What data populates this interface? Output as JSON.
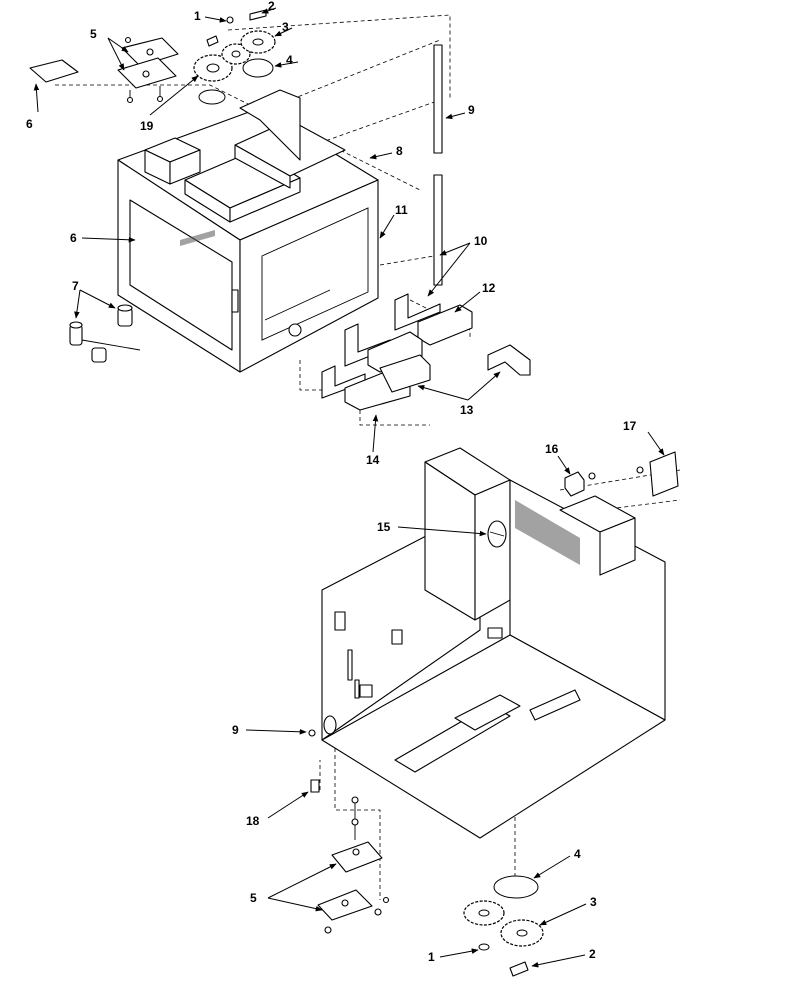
{
  "callouts": [
    {
      "id": "c1-top",
      "label": "1"
    },
    {
      "id": "c2-top",
      "label": "2"
    },
    {
      "id": "c3-top",
      "label": "3"
    },
    {
      "id": "c4-top",
      "label": "4"
    },
    {
      "id": "c5-top",
      "label": "5"
    },
    {
      "id": "c6-top",
      "label": "6"
    },
    {
      "id": "c19",
      "label": "19"
    },
    {
      "id": "c9-top",
      "label": "9"
    },
    {
      "id": "c8",
      "label": "8"
    },
    {
      "id": "c6-mid",
      "label": "6"
    },
    {
      "id": "c11",
      "label": "11"
    },
    {
      "id": "c10",
      "label": "10"
    },
    {
      "id": "c7",
      "label": "7"
    },
    {
      "id": "c12",
      "label": "12"
    },
    {
      "id": "c13",
      "label": "13"
    },
    {
      "id": "c14",
      "label": "14"
    },
    {
      "id": "c16",
      "label": "16"
    },
    {
      "id": "c17",
      "label": "17"
    },
    {
      "id": "c15",
      "label": "15"
    },
    {
      "id": "c9-bot",
      "label": "9"
    },
    {
      "id": "c18",
      "label": "18"
    },
    {
      "id": "c4-bot",
      "label": "4"
    },
    {
      "id": "c5-bot",
      "label": "5"
    },
    {
      "id": "c3-bot",
      "label": "3"
    },
    {
      "id": "c1-bot",
      "label": "1"
    },
    {
      "id": "c2-bot",
      "label": "2"
    }
  ]
}
